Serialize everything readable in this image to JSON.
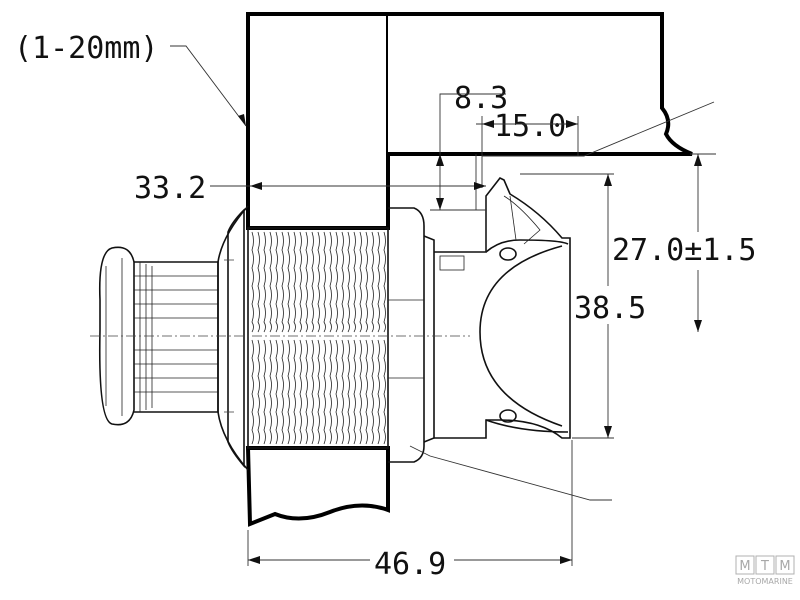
{
  "dimensions": {
    "thread_range": "(1-20mm)",
    "dim_8_3": "8.3",
    "dim_15_0": "15.0",
    "dim_33_2": "33.2",
    "dim_27_0": "27.0±1.5",
    "dim_38_5": "38.5",
    "dim_46_9": "46.9"
  },
  "logo": {
    "letters": [
      "M",
      "T",
      "M"
    ],
    "brand": "MOTOMARINE"
  }
}
